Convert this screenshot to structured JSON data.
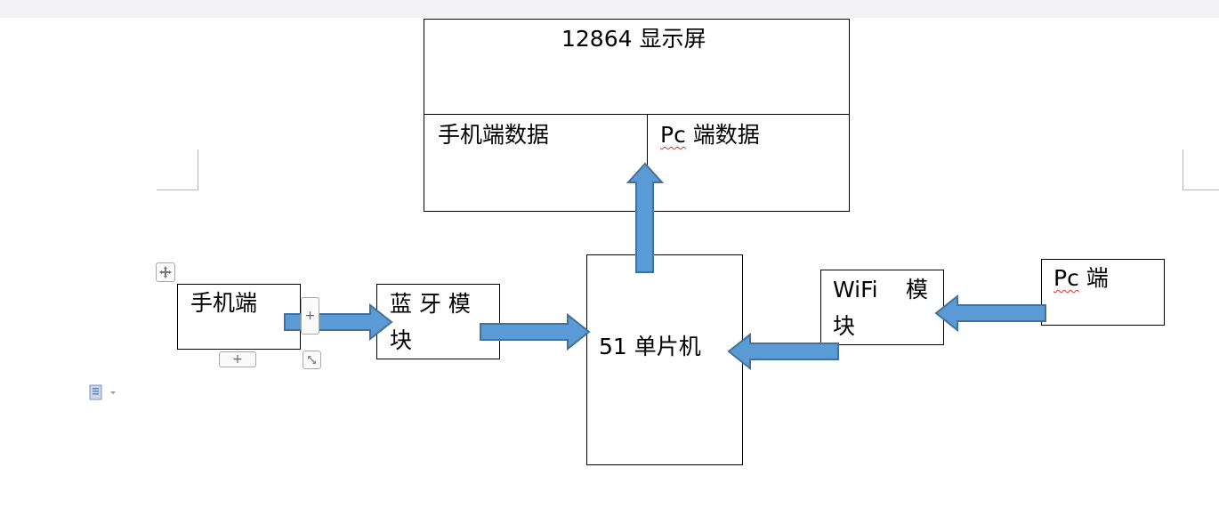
{
  "display": {
    "title": "12864 显示屏",
    "phone_data": "手机端数据",
    "pc_data_prefix": "Pc",
    "pc_data_suffix": " 端数据"
  },
  "nodes": {
    "phone": "手机端",
    "bluetooth_line1": "蓝 牙 模",
    "bluetooth_line2": "块",
    "mcu": "51 单片机",
    "wifi_line1_a": "WiFi",
    "wifi_line1_b": "模",
    "wifi_line2": "块",
    "pc_prefix": "Pc",
    "pc_suffix": " 端"
  },
  "controls": {
    "plus_right": "+",
    "plus_bottom": "+"
  },
  "colors": {
    "arrow_fill": "#5b9bd5",
    "arrow_stroke": "#41719c",
    "spell_underline": "#e03030"
  },
  "icons": {
    "move_handle": "move-icon",
    "resize_handle": "resize-icon",
    "paste_options": "paste-options-icon"
  }
}
